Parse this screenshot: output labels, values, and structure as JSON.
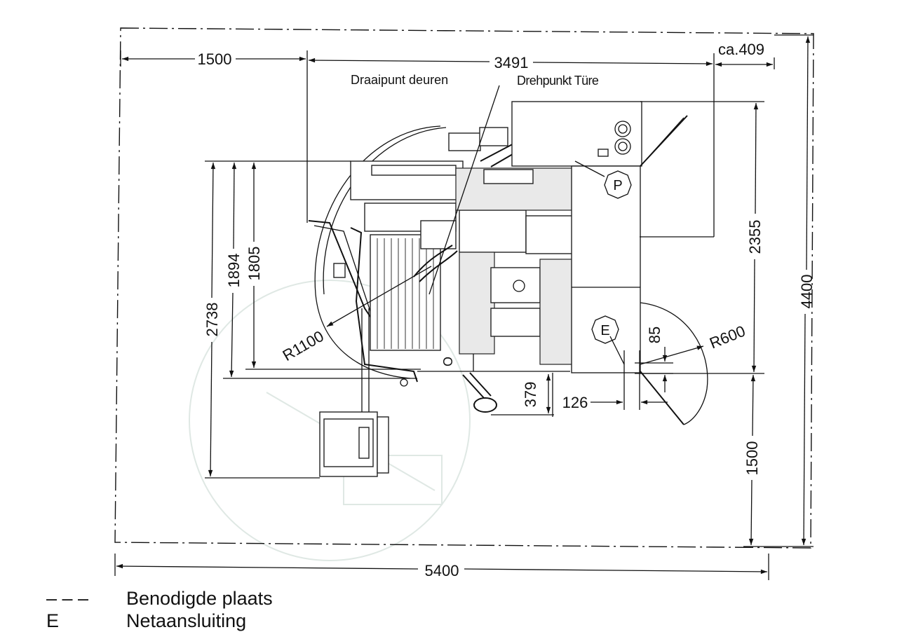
{
  "dimensions": {
    "left_clearance": "1500",
    "machine_width": "3491",
    "right_clearance": "ca.409",
    "total_width": "5400",
    "total_depth": "4400",
    "depth_2738": "2738",
    "depth_1894": "1894",
    "depth_1805": "1805",
    "right_upper": "2355",
    "right_lower": "1500",
    "gap_379": "379",
    "gap_126": "126",
    "gap_85": "85",
    "radius_large": "R1100",
    "radius_small": "R600"
  },
  "labels": {
    "pivot_nl": "Draaipunt deuren",
    "pivot_de": "Drehpunkt Türe",
    "marker_p": "P",
    "marker_e": "E",
    "marker_o": "O"
  },
  "legend": [
    {
      "symbol": "– – –",
      "text": "Benodigde plaats"
    },
    {
      "symbol": "E",
      "text": "Netaansluiting"
    }
  ]
}
